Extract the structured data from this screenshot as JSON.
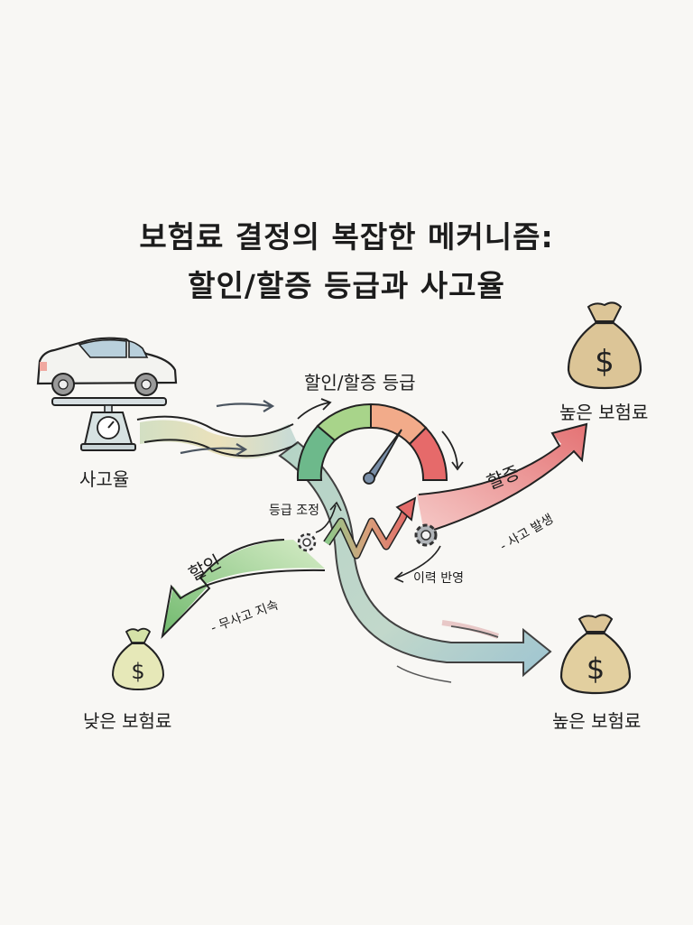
{
  "title": {
    "line1": "보험료 결정의 복잡한 메커니즘:",
    "line2": "할인/할증 등급과 사고율"
  },
  "nodes": {
    "accident_rate": {
      "label": "사고율",
      "icon": "car-on-scale-icon"
    },
    "grade_gauge": {
      "label": "할인/할증 등급",
      "icon": "gauge-icon"
    },
    "high_premium_top": {
      "label": "높은 보험료",
      "icon": "money-bag-icon"
    },
    "low_premium": {
      "label": "낮은 보험료",
      "icon": "money-bag-icon"
    },
    "high_premium_bottom": {
      "label": "높은 보험료",
      "icon": "money-bag-icon"
    }
  },
  "arrows": {
    "surcharge": {
      "label": "할증",
      "sublabel": "- 사고 발생",
      "color": "#e0686a"
    },
    "discount": {
      "label": "할인",
      "sublabel": "- 무사고 지속",
      "color": "#6cb865"
    },
    "neutral": {
      "color": "#8fb9c3"
    }
  },
  "annotations": {
    "grade_adjust": "등급 조정",
    "history_reflect": "이력 반영",
    "currency_symbol": "$"
  },
  "colors": {
    "background": "#f8f7f4",
    "gauge_green_dark": "#6db98b",
    "gauge_green_light": "#a8d48a",
    "gauge_orange": "#f2ab8a",
    "gauge_red": "#e66a6a",
    "bag_fill": "#dcc597",
    "bag_green_fill": "#d5e3a8",
    "needle": "#7a8fa8"
  }
}
